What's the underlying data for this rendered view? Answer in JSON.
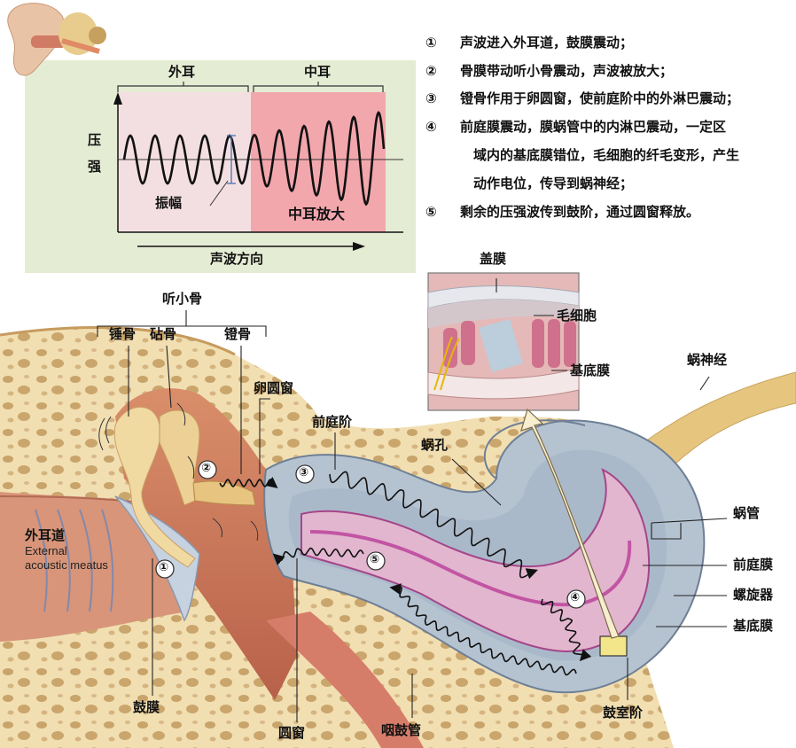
{
  "steps": [
    {
      "num": "①",
      "lines": [
        "声波进入外耳道，鼓膜震动；"
      ]
    },
    {
      "num": "②",
      "lines": [
        "骨膜带动听小骨震动，声波被放大；"
      ]
    },
    {
      "num": "③",
      "lines": [
        "镫骨作用于卵圆窗，使前庭阶中的外淋巴震动；"
      ]
    },
    {
      "num": "④",
      "lines": [
        "前庭膜震动，膜蜗管中的内淋巴震动，一定区",
        "域内的基底膜错位，毛细胞的纤毛变形，产生",
        "动作电位，传导到蜗神经；"
      ]
    },
    {
      "num": "⑤",
      "lines": [
        "剩余的压强波传到鼓阶，通过圆窗释放。"
      ]
    }
  ],
  "graph": {
    "outer_ear": "外耳",
    "middle_ear": "中耳",
    "y_label_1": "压",
    "y_label_2": "强",
    "amplitude": "振幅",
    "amplified": "中耳放大",
    "x_label": "声波方向"
  },
  "labels": {
    "ossicles": "听小骨",
    "malleus": "锤骨",
    "incus": "砧骨",
    "stapes": "镫骨",
    "oval_window": "卵圆窗",
    "scala_vestibuli": "前庭阶",
    "helicotrema": "蜗孔",
    "tectorial": "盖膜",
    "hair_cell": "毛细胞",
    "basilar_inset": "基底膜",
    "cochlear_nerve": "蜗神经",
    "cochlear_duct": "蜗管",
    "vestibular_membrane": "前庭膜",
    "organ_corti": "螺旋器",
    "basilar": "基底膜",
    "scala_tympani": "鼓室阶",
    "pharyngotympanic": "咽鼓管",
    "round_window": "圆窗",
    "eardrum": "鼓膜",
    "canal_cn": "外耳道",
    "canal_en_1": "External",
    "canal_en_2": "acoustic meatus",
    "m1": "①",
    "m2": "②",
    "m3": "③",
    "m4": "④",
    "m5": "⑤"
  }
}
